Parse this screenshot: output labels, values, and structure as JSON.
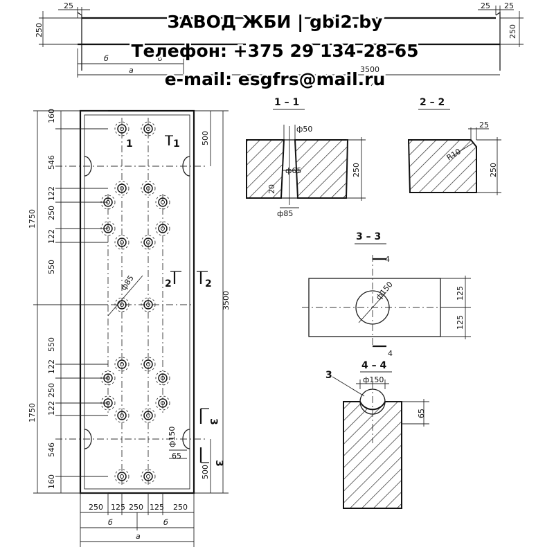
{
  "header": {
    "company": "ЗАВОД ЖБИ | gbi2.by",
    "phone": "Телефон: +375 29 134-28-65",
    "email": "e-mail: esgfrs@mail.ru"
  },
  "sections": {
    "s11": "1 – 1",
    "s22": "2 – 2",
    "s33": "3 – 3",
    "s44": "4 – 4"
  },
  "top_view": {
    "d25_left": "25",
    "d25_right": "25",
    "d25_right2": "25",
    "d250_left": "250",
    "d250_right": "250",
    "b1": "б",
    "b2": "б",
    "a": "а",
    "len": "3500"
  },
  "plan": {
    "left_dims": [
      "160",
      "546",
      "122",
      "250",
      "122",
      "550",
      "550",
      "122",
      "250",
      "122",
      "546",
      "160"
    ],
    "half_left_top": "1750",
    "half_left_bottom": "1750",
    "total_right": "3500",
    "right_500_top": "500",
    "right_500_bottom": "500",
    "bottom_dims": [
      "250",
      "125",
      "250",
      "125",
      "250"
    ],
    "bottom_b1": "б",
    "bottom_b2": "б",
    "bottom_a": "а",
    "phi85": "ф85",
    "phi150": "ф150",
    "d65": "65",
    "cut_1a": "1",
    "cut_1b": "1",
    "cut_2a": "2",
    "cut_2b": "2",
    "cut_3a": "3",
    "cut_3b": "3"
  },
  "sec11": {
    "phi50": "ф50",
    "phi65": "ф65",
    "phi85": "ф85",
    "d20": "20",
    "d250": "250"
  },
  "sec22": {
    "d25": "25",
    "r10": "R10",
    "d250": "250"
  },
  "sec33": {
    "phi150": "ф150",
    "d125a": "125",
    "d125b": "125",
    "cut4a": "4",
    "cut4b": "4"
  },
  "sec44": {
    "phi150": "ф150",
    "d65": "65",
    "mark3": "3"
  }
}
